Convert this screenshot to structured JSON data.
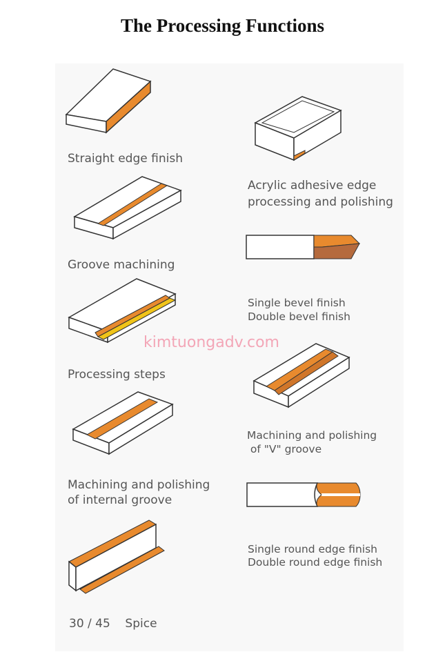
{
  "title": "The Processing Functions",
  "watermark": "kimtuongadv.com",
  "colors": {
    "accent_orange": "#e88a2e",
    "accent_yellow": "#f0c419",
    "accent_brown": "#b56a3d",
    "outline": "#333333"
  },
  "left_items": [
    {
      "line1": "Straight edge finish",
      "line2": ""
    },
    {
      "line1": "Groove machining",
      "line2": ""
    },
    {
      "line1": "Processing steps",
      "line2": ""
    },
    {
      "line1": "Machining and polishing",
      "line2": "of internal groove"
    },
    {
      "line1": "30 / 45    Spice",
      "line2": ""
    }
  ],
  "right_items": [
    {
      "line1": "Acrylic adhesive edge",
      "line2": "processing and polishing"
    },
    {
      "line1": "Single bevel finish",
      "line2": "Double bevel finish"
    },
    {
      "line1": "Machining and polishing",
      "line2": " of \"V\" groove"
    },
    {
      "line1": "Single round edge finish",
      "line2": "Double round edge finish"
    }
  ]
}
